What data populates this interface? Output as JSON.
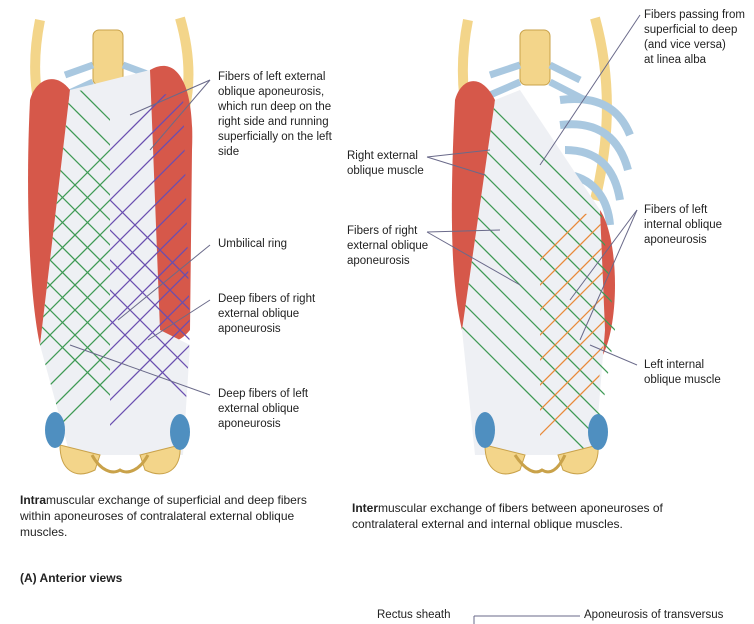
{
  "labels": {
    "left_external_fibers": "Fibers of left external\noblique aponeurosis,\nwhich run deep on the\nright side and running\nsuperficially on the left\nside",
    "umbilical_ring": "Umbilical ring",
    "deep_right": "Deep fibers of right\nexternal oblique\naponeurosis",
    "deep_left": "Deep fibers of left\nexternal oblique\naponeurosis",
    "fibers_passing": "Fibers passing from\nsuperficial to deep\n(and vice versa)\nat linea alba",
    "right_external_muscle": "Right external\noblique muscle",
    "fibers_right_external": "Fibers of right\nexternal oblique\naponeurosis",
    "fibers_left_internal": "Fibers of left\ninternal oblique\naponeurosis",
    "left_internal_muscle": "Left internal\noblique muscle",
    "rectus_sheath": "Rectus sheath",
    "aponeurosis_transversus": "Aponeurosis of transversus"
  },
  "captions": {
    "left_bold": "Intra",
    "left_rest": "muscular exchange of superficial and deep fibers within aponeuroses of contralateral external oblique muscles.",
    "right_bold": "Inter",
    "right_rest": "muscular exchange of fibers between aponeuroses of contralateral external and internal oblique muscles.",
    "panel_title": "(A) Anterior views"
  },
  "colors": {
    "muscle": "#d6584a",
    "muscle_light": "#e88a7a",
    "bone": "#f3d58a",
    "bone_edge": "#c9a24a",
    "cartilage": "#a9c8e0",
    "green_fibers": "#3f9a55",
    "purple_fibers": "#6a4fb0",
    "orange_fibers": "#e88a3a",
    "pelvic_blue": "#4f8fc0"
  }
}
